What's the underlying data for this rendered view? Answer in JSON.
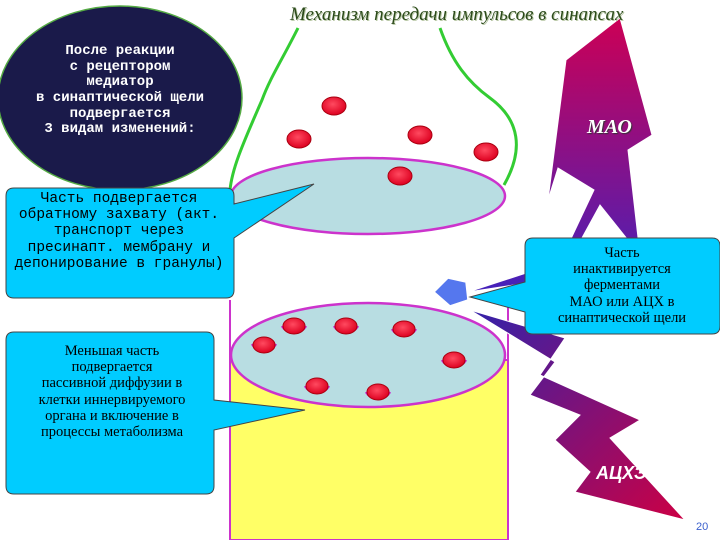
{
  "title": "Механизм передачи импульсов в синапсах",
  "intro_oval": {
    "lines": [
      "После реакции",
      "с рецептором",
      "медиатор",
      "в синаптической щели",
      "подвергается",
      "3 видам изменений:"
    ]
  },
  "callouts": {
    "reuptake": {
      "lines": [
        "Часть подвергается",
        "обратному захвату (акт.",
        "транспорт через",
        "пресинапт. мембрану и",
        "депонирование в гранулы)"
      ]
    },
    "diffusion": {
      "lines": [
        "Меньшая часть",
        "подвергается",
        "пассивной диффузии в",
        "клетки иннервируемого",
        "органа и включение в",
        "процессы метаболизма"
      ]
    },
    "enzymes": {
      "lines": [
        "Часть",
        "инактивируется",
        "ферментами",
        "МАО или АЦХ в",
        "синаптической щели"
      ]
    }
  },
  "enzyme_labels": {
    "mao": "МАО",
    "achae": "АЦХЭ"
  },
  "page_number": "20",
  "colors": {
    "neuron_outline": "#33cc33",
    "membrane_fill": "#b8dde2",
    "membrane_stroke": "#cc33cc",
    "postsynaptic_fill": "#ffff66",
    "mediator_red": "#ee0022",
    "callout_fill": "#00ccff",
    "intro_oval_fill": "#1a1a4a",
    "enzyme_gradient_top": "#cc0055",
    "enzyme_gradient_bottom": "#3322aa",
    "enzyme_pentagon": "#5577ee"
  }
}
